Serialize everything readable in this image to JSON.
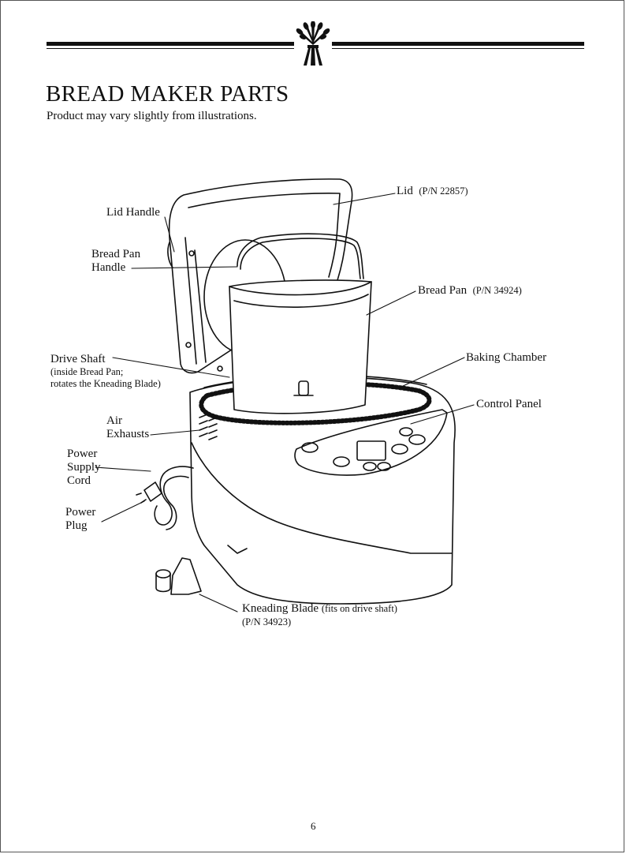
{
  "page": {
    "title": "BREAD MAKER PARTS",
    "subtitle": "Product may vary slightly from illustrations.",
    "page_number": "6"
  },
  "labels": {
    "lid": "Lid",
    "lid_pn": "(P/N 22857)",
    "lid_handle": "Lid Handle",
    "bread_pan_handle_1": "Bread Pan",
    "bread_pan_handle_2": "Handle",
    "bread_pan": "Bread Pan",
    "bread_pan_pn": "(P/N 34924)",
    "drive_shaft": "Drive Shaft",
    "drive_shaft_note_1": "(inside Bread Pan;",
    "drive_shaft_note_2": "rotates the Kneading Blade)",
    "baking_chamber": "Baking Chamber",
    "control_panel": "Control Panel",
    "air_exhausts_1": "Air",
    "air_exhausts_2": "Exhausts",
    "power_supply_cord_1": "Power",
    "power_supply_cord_2": "Supply",
    "power_supply_cord_3": "Cord",
    "power_plug_1": "Power",
    "power_plug_2": "Plug",
    "kneading_blade": "Kneading Blade",
    "kneading_blade_note": "(fits on drive shaft)",
    "kneading_blade_pn": "(P/N 34923)"
  }
}
